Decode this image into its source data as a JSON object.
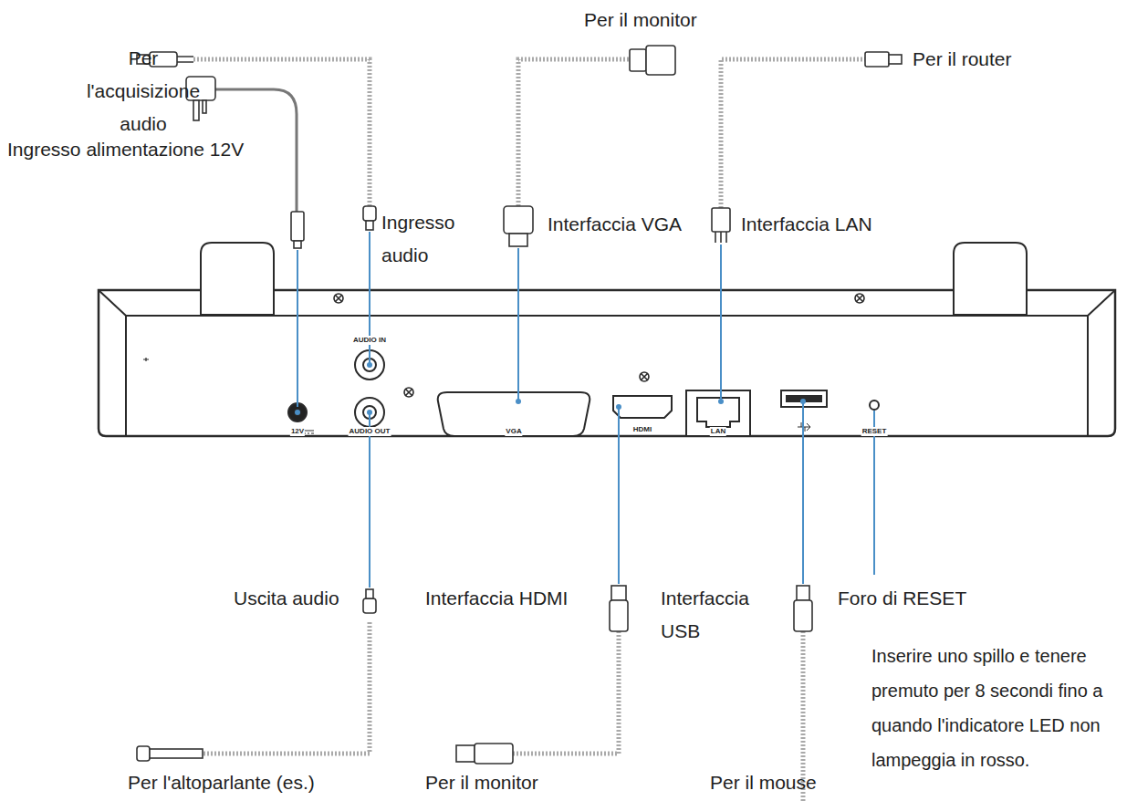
{
  "diagram": {
    "labels": [
      "Per il monitor",
      "Per il router",
      "Per l'acquisizione audio",
      "Ingresso alimentazione 12V",
      "Ingresso audio",
      "Interfaccia VGA",
      "Interfaccia LAN",
      "AUDIO IN",
      "12V",
      "AUDIO OUT",
      "VGA",
      "HDMI",
      "LAN",
      "RESET",
      "Uscita audio",
      "Interfaccia HDMI",
      "Interfaccia USB",
      "Foro di RESET",
      "Inserire uno spillo e tenere premuto per 8 secondi fino a quando l'indicatore LED non lampeggia in rosso.",
      "Per l'altoparlante (es.)",
      "Per il monitor",
      "Per il mouse"
    ]
  }
}
